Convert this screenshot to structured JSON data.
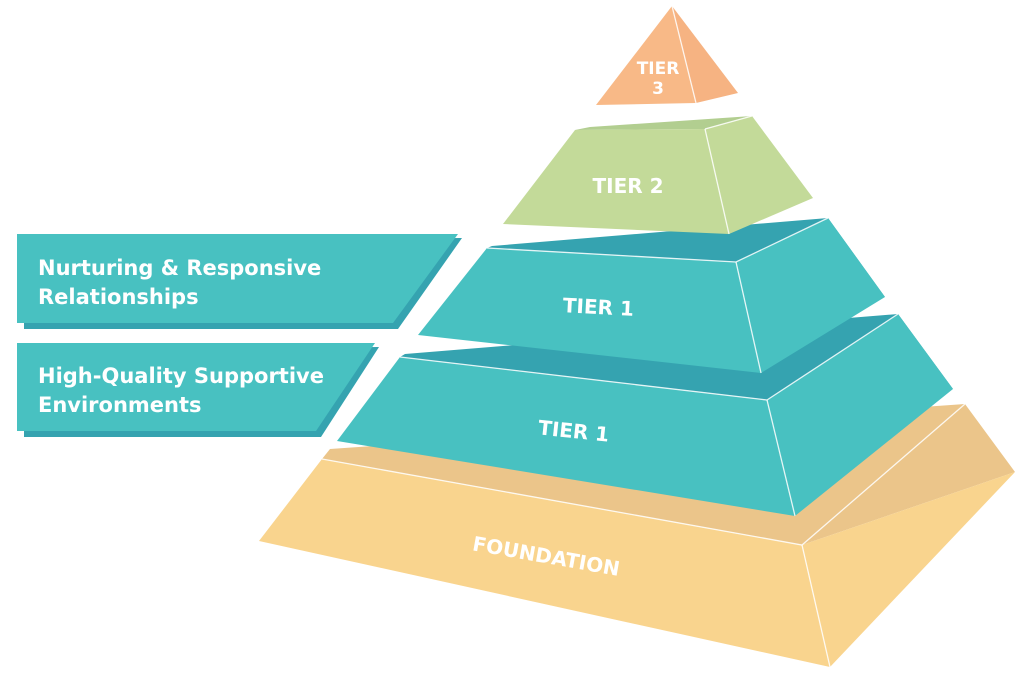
{
  "diagram": {
    "type": "pyramid",
    "levels": [
      {
        "id": "tier3",
        "label_line1": "TIER",
        "label_line2": "3",
        "color_front": "#F8B987",
        "color_side": "#F6B382"
      },
      {
        "id": "tier2",
        "label": "TIER 2",
        "color_front": "#C3DA99",
        "color_side": "#C3DA99",
        "color_top": "#B2CE90"
      },
      {
        "id": "tier1-upper",
        "label": "TIER 1",
        "color_front": "#48C1C1",
        "color_side": "#48C1C1",
        "color_top": "#35A3B0"
      },
      {
        "id": "tier1-lower",
        "label": "TIER 1",
        "color_front": "#48C1C1",
        "color_side": "#48C1C1",
        "color_top": "#35A3B0"
      },
      {
        "id": "foundation",
        "label": "FOUNDATION",
        "color_front": "#F9D48E",
        "color_side": "#F9D48E",
        "color_top": "#EBC58A"
      }
    ],
    "banners": [
      {
        "id": "nurturing",
        "line1": "Nurturing & Responsive",
        "line2": "Relationships",
        "color": "#48C1C1",
        "shadow": "#35A3B0"
      },
      {
        "id": "environments",
        "line1": "High-Quality Supportive",
        "line2": "Environments",
        "color": "#48C1C1",
        "shadow": "#35A3B0"
      }
    ]
  }
}
